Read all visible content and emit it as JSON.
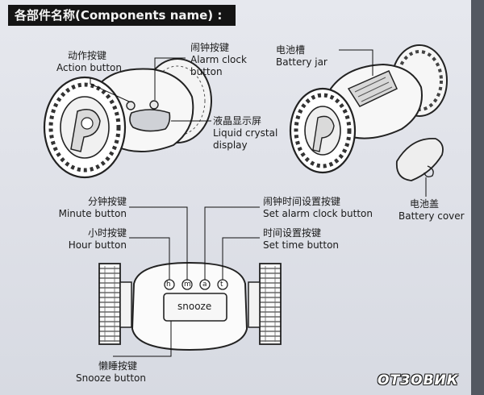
{
  "header": {
    "title": "各部件名称(Components name) :"
  },
  "labels": {
    "action": {
      "zh": "动作按键",
      "en": "Action button"
    },
    "alarm": {
      "zh": "闹钟按键",
      "en1": "Alarm clock",
      "en2": "button"
    },
    "battery_jar": {
      "zh": "电池槽",
      "en": "Battery jar"
    },
    "lcd": {
      "zh": "液晶显示屏",
      "en1": "Liquid crystal",
      "en2": "display"
    },
    "minute": {
      "zh": "分钟按键",
      "en": "Minute button"
    },
    "set_alarm": {
      "zh": "闹钟时间设置按键",
      "en": "Set alarm clock button"
    },
    "hour": {
      "zh": "小时按键",
      "en": "Hour button"
    },
    "set_time": {
      "zh": "时间设置按键",
      "en": "Set time button"
    },
    "battery_cover": {
      "zh": "电池盖",
      "en": "Battery cover"
    },
    "snooze": {
      "zh": "懒睡按键",
      "en": "Snooze button"
    }
  },
  "panel": {
    "buttons": [
      "h",
      "m",
      "a",
      "t"
    ],
    "snooze_label": "snooze"
  },
  "watermark": {
    "text": "ОТЗОВИК"
  }
}
